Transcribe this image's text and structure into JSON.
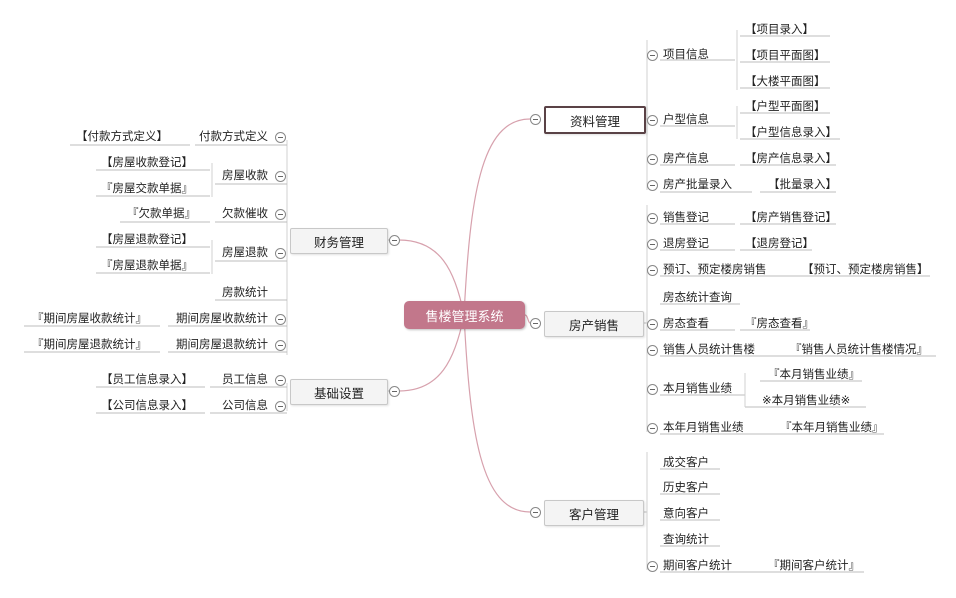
{
  "root": {
    "label": "售楼管理系统"
  },
  "branches": {
    "ziliao": {
      "label": "资料管理",
      "children": {
        "xiangmu": {
          "label": "项目信息",
          "leaves": [
            "【项目录入】",
            "【项目平面图】",
            "【大楼平面图】"
          ]
        },
        "huxing": {
          "label": "户型信息",
          "leaves": [
            "【户型平面图】",
            "【户型信息录入】"
          ]
        },
        "fangchan": {
          "label": "房产信息",
          "leaves": [
            "【房产信息录入】"
          ]
        },
        "piliang": {
          "label": "房产批量录入",
          "leaves": [
            "【批量录入】"
          ]
        }
      }
    },
    "xiaoshou": {
      "label": "房产销售",
      "children": {
        "dengji": {
          "label": "销售登记",
          "leaves": [
            "【房产销售登记】"
          ]
        },
        "tuifang": {
          "label": "退房登记",
          "leaves": [
            "【退房登记】"
          ]
        },
        "yuding": {
          "label": "预订、预定楼房销售",
          "leaves": [
            "【预订、预定楼房销售】"
          ]
        },
        "tongji": {
          "label": "房态统计查询"
        },
        "chakan": {
          "label": "房态查看",
          "leaves": [
            "『房态查看』"
          ]
        },
        "renyuan": {
          "label": "销售人员统计售楼",
          "leaves": [
            "『销售人员统计售楼情况』"
          ]
        },
        "benyue": {
          "label": "本月销售业绩",
          "leaves": [
            "『本月销售业绩』",
            "※本月销售业绩※"
          ]
        },
        "bennian": {
          "label": "本年月销售业绩",
          "leaves": [
            "『本年月销售业绩』"
          ]
        }
      }
    },
    "kehu": {
      "label": "客户管理",
      "children": {
        "chengjiao": {
          "label": "成交客户"
        },
        "lishi": {
          "label": "历史客户"
        },
        "yixiang": {
          "label": "意向客户"
        },
        "chaxun": {
          "label": "查询统计"
        },
        "qijian": {
          "label": "期间客户统计",
          "leaves": [
            "『期间客户统计』"
          ]
        }
      }
    },
    "caiwu": {
      "label": "财务管理",
      "children": {
        "fukuan": {
          "label": "付款方式定义",
          "leaves": [
            "【付款方式定义】"
          ]
        },
        "shoukuan": {
          "label": "房屋收款",
          "leaves": [
            "【房屋收款登记】",
            "『房屋交款单据』"
          ]
        },
        "cuishou": {
          "label": "欠款催收",
          "leaves": [
            "『欠款单据』"
          ]
        },
        "tuikuan": {
          "label": "房屋退款",
          "leaves": [
            "【房屋退款登记】",
            "『房屋退款单据』"
          ]
        },
        "fangkuan": {
          "label": "房款统计"
        },
        "qjshou": {
          "label": "期间房屋收款统计",
          "leaves": [
            "『期间房屋收款统计』"
          ]
        },
        "qjtui": {
          "label": "期间房屋退款统计",
          "leaves": [
            "『期间房屋退款统计』"
          ]
        }
      }
    },
    "jichu": {
      "label": "基础设置",
      "children": {
        "yuangong": {
          "label": "员工信息",
          "leaves": [
            "【员工信息录入】"
          ]
        },
        "gongsi": {
          "label": "公司信息",
          "leaves": [
            "【公司信息录入】"
          ]
        }
      }
    }
  },
  "colors": {
    "root": "#c2778b",
    "link": "#d7a1ad",
    "underline": "#bdbdbd",
    "bracket": "#d0d0d0"
  }
}
